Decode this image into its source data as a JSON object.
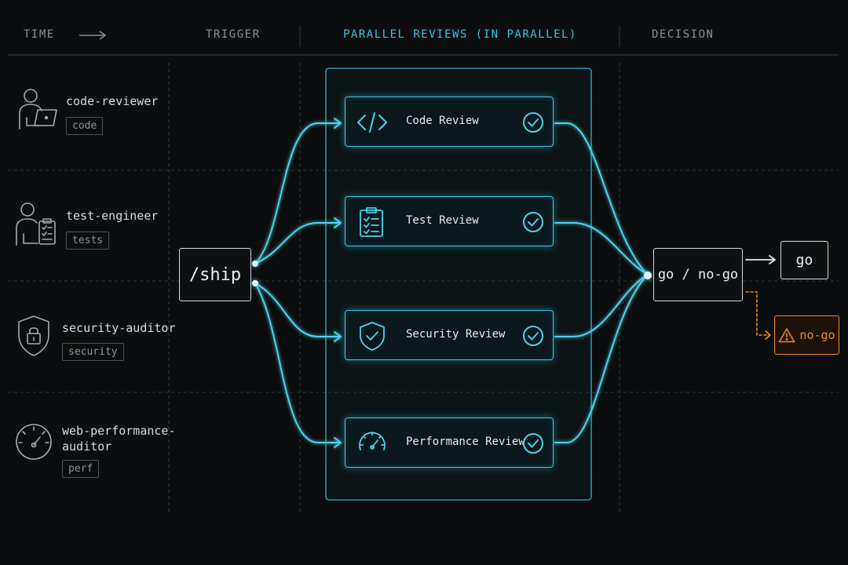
{
  "header": {
    "time": "TIME",
    "trigger": "TRIGGER",
    "parallel": "PARALLEL REVIEWS (IN PARALLEL)",
    "decision": "DECISION"
  },
  "agents": [
    {
      "name": "code-reviewer",
      "tag": "code",
      "icon": "developer-laptop-icon"
    },
    {
      "name": "test-engineer",
      "tag": "tests",
      "icon": "engineer-clipboard-icon"
    },
    {
      "name": "security-auditor",
      "tag": "security",
      "icon": "shield-lock-icon"
    },
    {
      "name_line1": "web-performance-",
      "name_line2": "auditor",
      "tag": "perf",
      "icon": "speedometer-icon"
    }
  ],
  "trigger": {
    "label": "/ship"
  },
  "reviews": [
    {
      "label": "Code Review",
      "icon": "code-brackets-icon",
      "status_icon": "check-circle-icon"
    },
    {
      "label": "Test Review",
      "icon": "checklist-icon",
      "status_icon": "check-circle-icon"
    },
    {
      "label": "Security Review",
      "icon": "shield-check-icon",
      "status_icon": "check-circle-icon"
    },
    {
      "label": "Performance Review",
      "icon": "gauge-icon",
      "status_icon": "check-circle-icon"
    }
  ],
  "decision": {
    "label": "go / no-go",
    "go_label": "go",
    "nogo_label": "no-go",
    "nogo_icon": "warning-triangle-icon"
  },
  "colors": {
    "accent": "#37c4dc",
    "warning": "#f08a24",
    "background": "#0b0c0d"
  }
}
